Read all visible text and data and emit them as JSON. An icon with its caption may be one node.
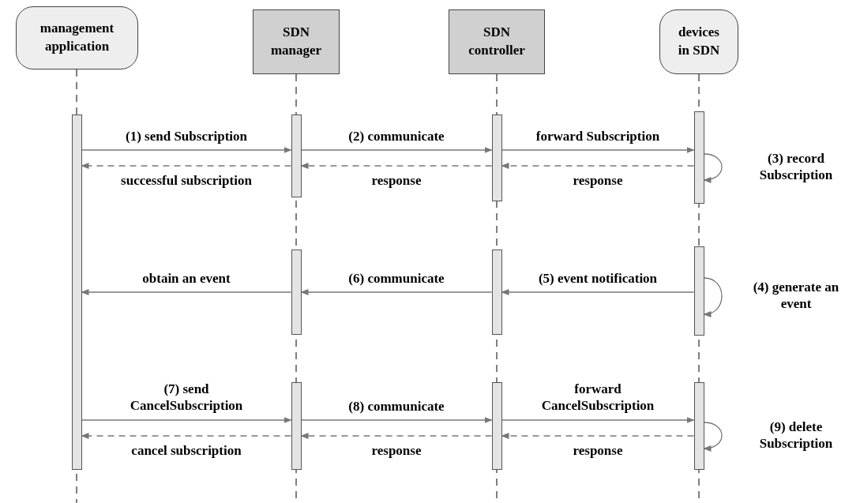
{
  "diagram": {
    "nodes": [
      {
        "text": [
          "management application"
        ]
      },
      {
        "text": [
          "SDN manager"
        ]
      },
      {
        "text": [
          "SDN controller"
        ]
      },
      {
        "text": [
          "devices in SDN"
        ]
      },
      {
        "text": [],
        "shape": "bar"
      },
      {
        "text": [],
        "shape": "bar"
      },
      {
        "text": [],
        "shape": "bar"
      },
      {
        "text": [],
        "shape": "bar"
      },
      {
        "text": [],
        "shape": "bar"
      },
      {
        "text": [],
        "shape": "bar"
      },
      {
        "text": [],
        "shape": "bar"
      },
      {
        "text": [],
        "shape": "bar"
      },
      {
        "text": [],
        "shape": "bar"
      },
      {
        "text": [],
        "shape": "bar"
      }
    ],
    "edges": [
      {
        "from": 4,
        "to": 5,
        "arrow": "to",
        "label": "(1) send Subscription"
      },
      {
        "from": 5,
        "to": 6,
        "arrow": "to",
        "label": "(2) communicate"
      },
      {
        "from": 6,
        "to": 7,
        "arrow": "to",
        "label": "forward Subscription"
      },
      {
        "from": 7,
        "to": 6,
        "arrow": "to",
        "label": "response",
        "style": "dashed"
      },
      {
        "from": 6,
        "to": 5,
        "arrow": "to",
        "label": "response",
        "style": "dashed"
      },
      {
        "from": 5,
        "to": 4,
        "arrow": "to",
        "label": "successful subscription",
        "style": "dashed"
      },
      {
        "from": 7,
        "to": 7,
        "arrow": "to",
        "label": "(3) record Subscription"
      },
      {
        "from": 10,
        "to": 10,
        "arrow": "to",
        "label": "(4) generate an event"
      },
      {
        "from": 10,
        "to": 9,
        "arrow": "to",
        "label": "(5) event notification"
      },
      {
        "from": 9,
        "to": 8,
        "arrow": "to",
        "label": "(6) communicate"
      },
      {
        "from": 8,
        "to": 4,
        "arrow": "to",
        "label": "obtain an event"
      },
      {
        "from": 4,
        "to": 11,
        "arrow": "to",
        "label": "(7) send CancelSubscription"
      },
      {
        "from": 11,
        "to": 12,
        "arrow": "to",
        "label": "(8) communicate"
      },
      {
        "from": 12,
        "to": 13,
        "arrow": "to",
        "label": "forward CancelSubscription"
      },
      {
        "from": 13,
        "to": 13,
        "arrow": "to",
        "label": "(9) delete Subscription"
      },
      {
        "from": 13,
        "to": 12,
        "arrow": "to",
        "label": "response",
        "style": "dashed"
      },
      {
        "from": 12,
        "to": 11,
        "arrow": "to",
        "label": "response",
        "style": "dashed"
      },
      {
        "from": 11,
        "to": 4,
        "arrow": "to",
        "label": "cancel subscription",
        "style": "dashed"
      }
    ]
  }
}
